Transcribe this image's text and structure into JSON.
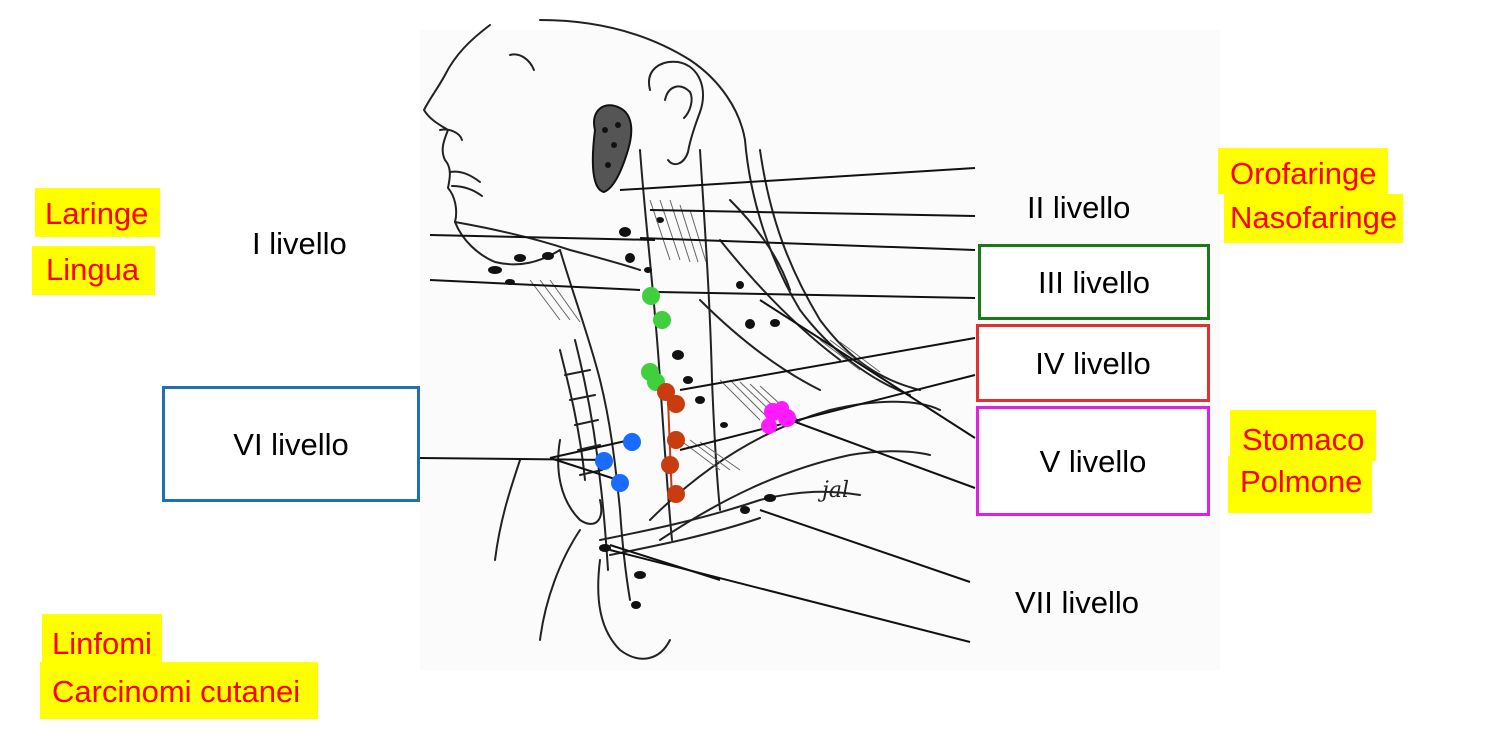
{
  "levels": {
    "l1": "I livello",
    "l2": "II livello",
    "l3": "III livello",
    "l4": "IV livello",
    "l5": "V livello",
    "l6": "VI livello",
    "l7": "VII livello"
  },
  "sites": {
    "laringe": "Laringe",
    "lingua": "Lingua",
    "orofaringe": "Orofaringe",
    "nasofaringe": "Nasofaringe",
    "stomaco": "Stomaco",
    "polmone": "Polmone",
    "linfomi": "Linfomi",
    "carcinomi": "Carcinomi cutanei"
  },
  "colors": {
    "highlight": "#ffff00",
    "site_text": "#ff0000",
    "level3_box": "#1a7a1a",
    "level4_box": "#e03030",
    "level5_box": "#e020e0",
    "level6_box": "#1f6fb5",
    "node_green": "#3fcf3f",
    "node_red": "#c83c10",
    "node_blue": "#1a6bff",
    "node_magenta": "#ff1aff"
  }
}
